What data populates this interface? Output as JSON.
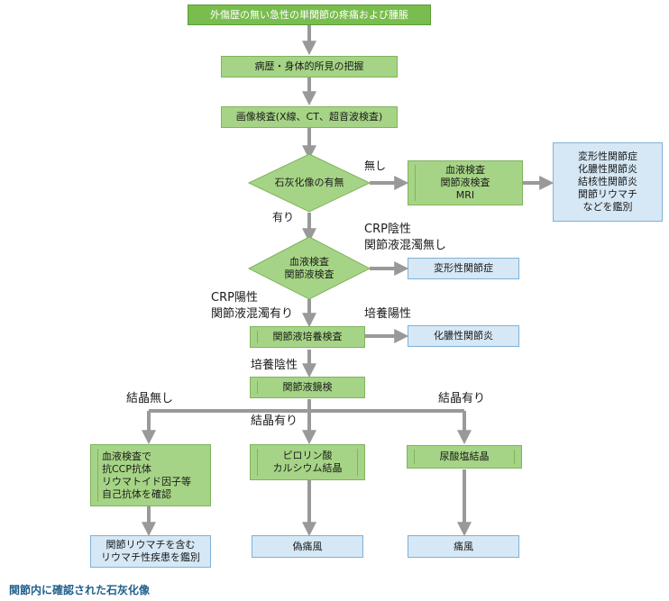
{
  "nodes": {
    "start": "外傷歴の無い急性の単関節の疼痛および腫脹",
    "history": "病歴・身体的所見の把握",
    "imaging": "画像検査(X線、CT、超音波検査)",
    "calc_question": "石灰化像の有無",
    "blood_test_1": [
      "血液検査",
      "関節液検査",
      "MRI"
    ],
    "outcomes_1": [
      "変形性関節症",
      "化膿性関節炎",
      "結核性関節炎",
      "関節リウマチ",
      "などを鑑別"
    ],
    "blood_test_2": [
      "血液検査",
      "関節液検査"
    ],
    "oa_result": "変形性関節症",
    "culture": "関節液培養検査",
    "septic_result": "化膿性関節炎",
    "microscopy": "関節液鏡検",
    "autoantibody": [
      "血液検査で",
      "抗CCP抗体",
      "リウマトイド因子等",
      "自己抗体を確認"
    ],
    "cppd": [
      "ピロリン酸",
      "カルシウム結晶"
    ],
    "urate": "尿酸塩結晶",
    "ra_result": [
      "関節リウマチを含む",
      "リウマチ性疾患を鑑別"
    ],
    "pseudogout": "偽痛風",
    "gout": "痛風"
  },
  "edge_labels": {
    "none": "無し",
    "yes": "有り",
    "crp_neg": [
      "CRP陰性",
      "関節液混濁無し"
    ],
    "crp_pos": [
      "CRP陽性",
      "関節液混濁有り"
    ],
    "culture_pos": "培養陽性",
    "culture_neg": "培養陰性",
    "crystal_none": "結晶無し",
    "crystal_yes_mid": "結晶有り",
    "crystal_yes_right": "結晶有り"
  },
  "caption": "関節内に確認された石灰化像",
  "colors": {
    "arrow": "#999999",
    "green": "#a6d486",
    "dark_green": "#79bd4e",
    "blue": "#d6e8f5",
    "caption": "#1f5f8b"
  }
}
